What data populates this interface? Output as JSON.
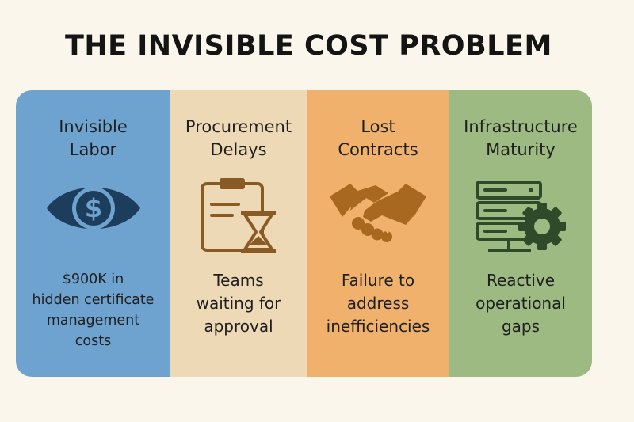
{
  "title": "THE INVISIBLE COST PROBLEM",
  "colors": {
    "background": "#fbf6ec",
    "panel_1": "#6fa3cf",
    "panel_2": "#eed9b6",
    "panel_3": "#efb16b",
    "panel_4": "#9dba82",
    "icon_1": "#1d3d5c",
    "icon_2": "#8a5a25",
    "icon_3": "#a9681f",
    "icon_4": "#2f4a28"
  },
  "panels": [
    {
      "heading": "Invisible\nLabor",
      "icon": "eye-dollar-icon",
      "description": "$900K in\nhidden certificate\nmanagement\ncosts"
    },
    {
      "heading": "Procurement\nDelays",
      "icon": "clipboard-hourglass-icon",
      "description": "Teams\nwaiting for\napproval"
    },
    {
      "heading": "Lost\nContracts",
      "icon": "handshake-icon",
      "description": "Failure to\naddress\ninefficiencies"
    },
    {
      "heading": "Infrastructure\nMaturity",
      "icon": "server-gear-icon",
      "description": "Reactive\noperational\ngaps"
    }
  ]
}
